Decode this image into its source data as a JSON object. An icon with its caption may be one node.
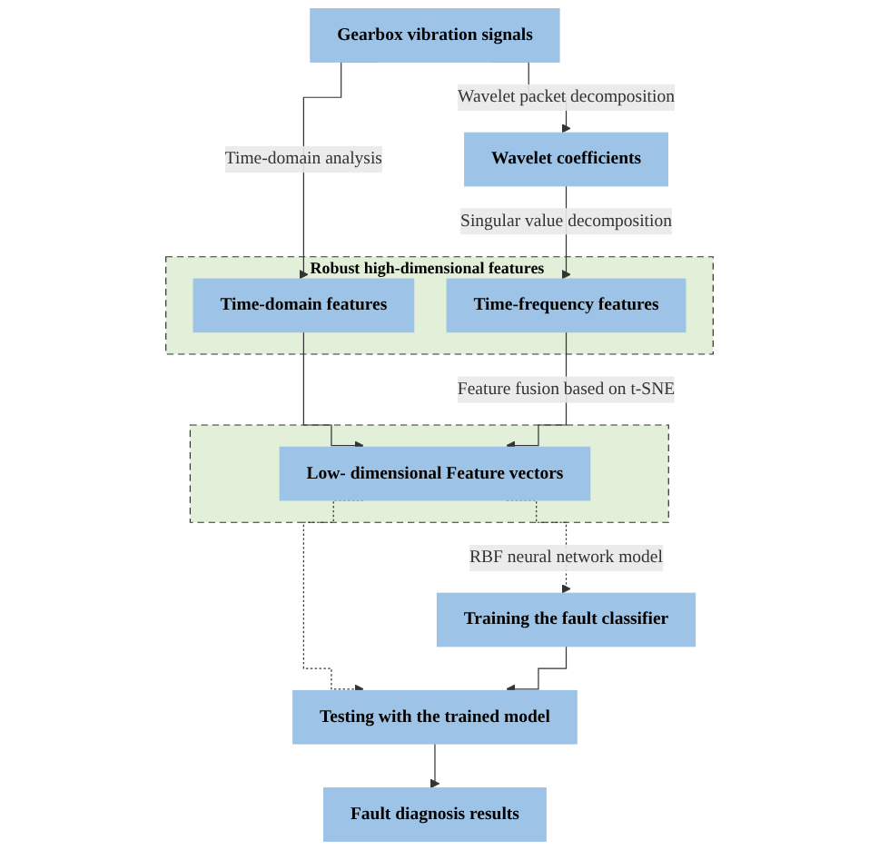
{
  "diagram": {
    "nodes": [
      {
        "text": [
          "Gearbox vibration signals"
        ]
      },
      {
        "text": [
          "Wavelet coefficients"
        ]
      },
      {
        "text": [
          "Robust high-dimensional features"
        ]
      },
      {
        "text": [
          "Time-domain features"
        ],
        "in": 2
      },
      {
        "text": [
          "Time-frequency features"
        ],
        "in": 2
      },
      {
        "text": [],
        "shape": "box"
      },
      {
        "text": [
          "Low- dimensional Feature vectors"
        ],
        "in": 5
      },
      {
        "text": [
          "Training the fault classifier"
        ]
      },
      {
        "text": [
          "Testing with the trained model"
        ]
      },
      {
        "text": [
          "Fault diagnosis results"
        ]
      }
    ],
    "edges": [
      {
        "from": 0,
        "to": 3,
        "arrow": "to",
        "label": "Time-domain analysis"
      },
      {
        "from": 0,
        "to": 1,
        "arrow": "to",
        "label": "Wavelet packet decomposition"
      },
      {
        "from": 1,
        "to": 4,
        "arrow": "to",
        "label": "Singular value decomposition"
      },
      {
        "from": 3,
        "to": 6,
        "arrow": "to"
      },
      {
        "from": 4,
        "to": 6,
        "arrow": "to",
        "label": "Feature fusion based on t-SNE"
      },
      {
        "from": 6,
        "to": 7,
        "arrow": "to",
        "style": "dashed",
        "label": "RBF neural network model"
      },
      {
        "from": 6,
        "to": 8,
        "arrow": "to",
        "style": "dashed"
      },
      {
        "from": 7,
        "to": 8,
        "arrow": "to"
      },
      {
        "from": 8,
        "to": 9,
        "arrow": "to"
      }
    ]
  }
}
